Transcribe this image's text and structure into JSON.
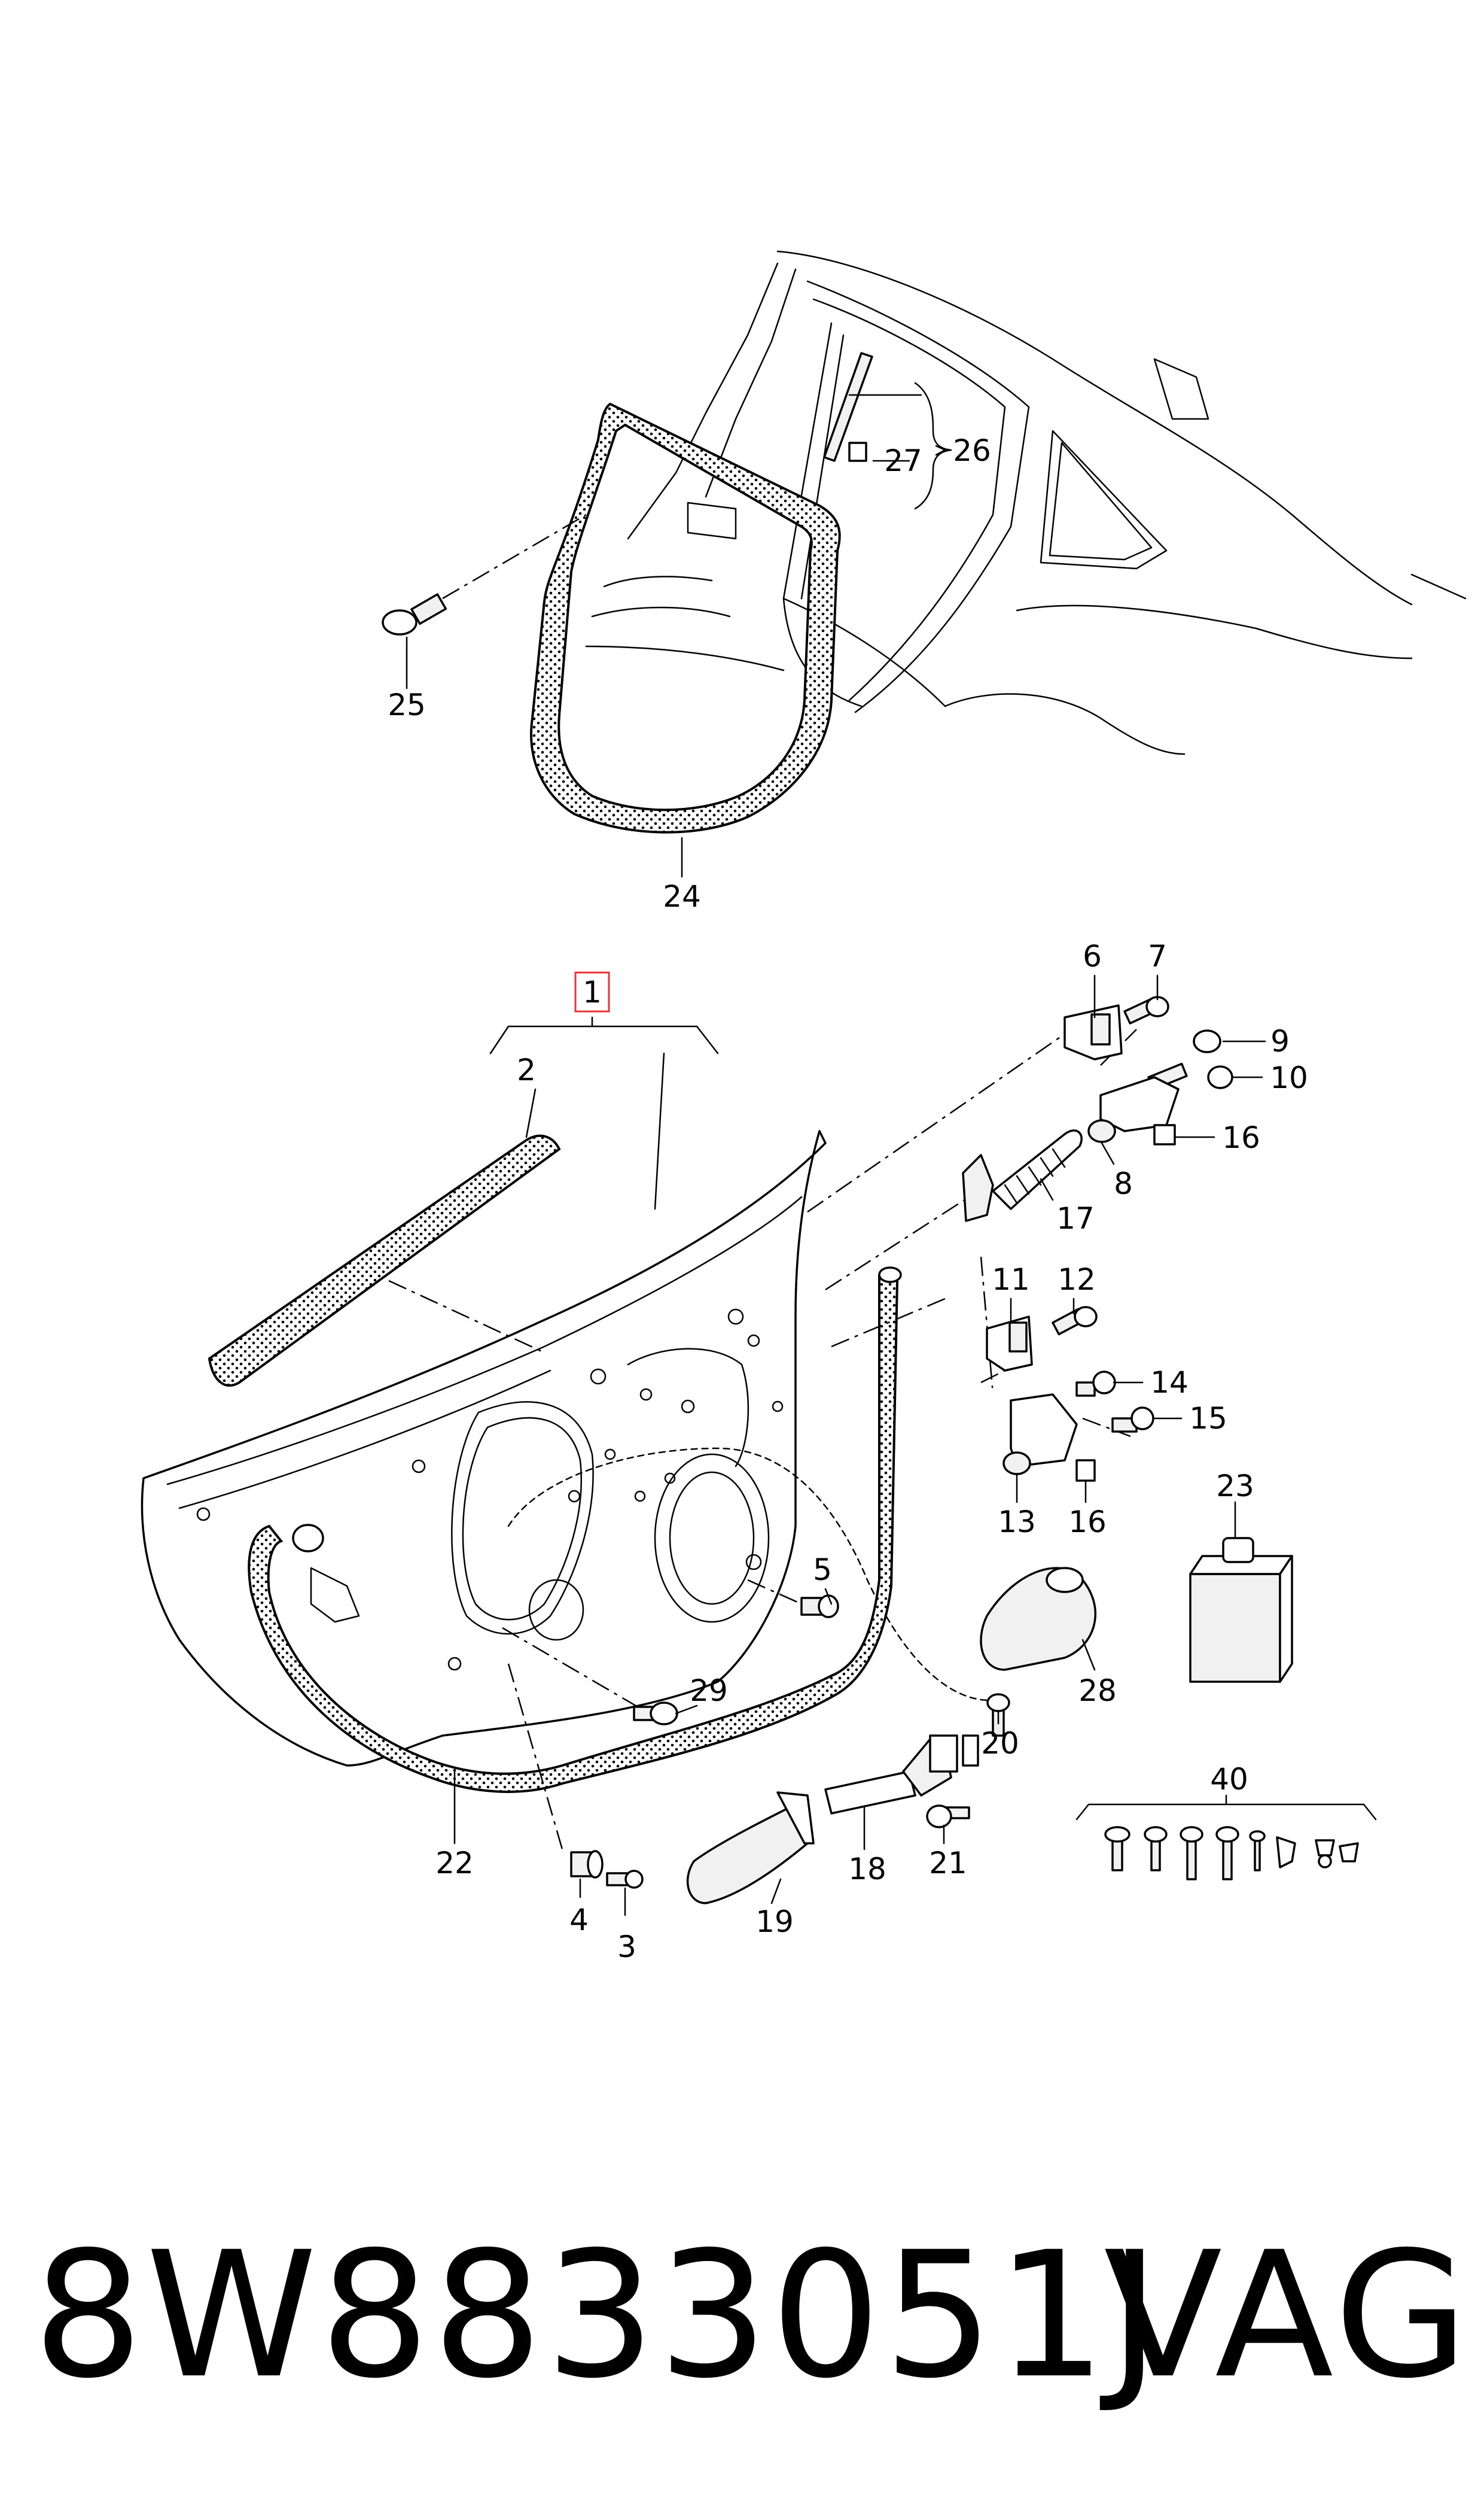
{
  "diagram": {
    "callouts": {
      "c1": "1",
      "c2": "2",
      "c3": "3",
      "c4": "4",
      "c5": "5",
      "c6": "6",
      "c7": "7",
      "c8": "8",
      "c9": "9",
      "c10": "10",
      "c11": "11",
      "c12": "12",
      "c13": "13",
      "c14": "14",
      "c15": "15",
      "c16a": "16",
      "c16b": "16",
      "c17": "17",
      "c18": "18",
      "c19": "19",
      "c20": "20",
      "c21": "21",
      "c22": "22",
      "c23": "23",
      "c24": "24",
      "c25": "25",
      "c26": "26",
      "c27": "27",
      "c28": "28",
      "c29": "29",
      "c40": "40"
    },
    "highlight_color": "#e8323c"
  },
  "footer": {
    "part_number": "8W8833051J",
    "brand": "VAG"
  }
}
